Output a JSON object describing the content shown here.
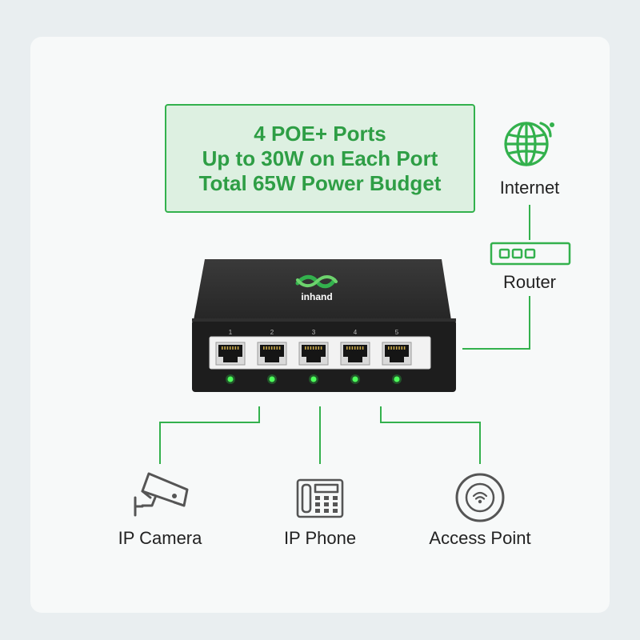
{
  "colors": {
    "accent_green": "#33b14d",
    "feature_box_fill": "#ddf0e1",
    "switch_body": "#222222",
    "icon_gray": "#555555",
    "background": "#e9eef0"
  },
  "features": {
    "line1": "4 POE+ Ports",
    "line2": "Up to 30W on Each Port",
    "line3": "Total 65W Power Budget"
  },
  "switch": {
    "brand": "inhand",
    "ports": [
      "1",
      "2",
      "3",
      "4",
      "5"
    ]
  },
  "network": {
    "internet": {
      "icon": "globe-icon",
      "label": "Internet"
    },
    "router": {
      "icon": "router-icon",
      "label": "Router"
    }
  },
  "devices": [
    {
      "icon": "camera-icon",
      "label": "IP Camera"
    },
    {
      "icon": "phone-icon",
      "label": "IP Phone"
    },
    {
      "icon": "access-point-icon",
      "label": "Access Point"
    }
  ]
}
